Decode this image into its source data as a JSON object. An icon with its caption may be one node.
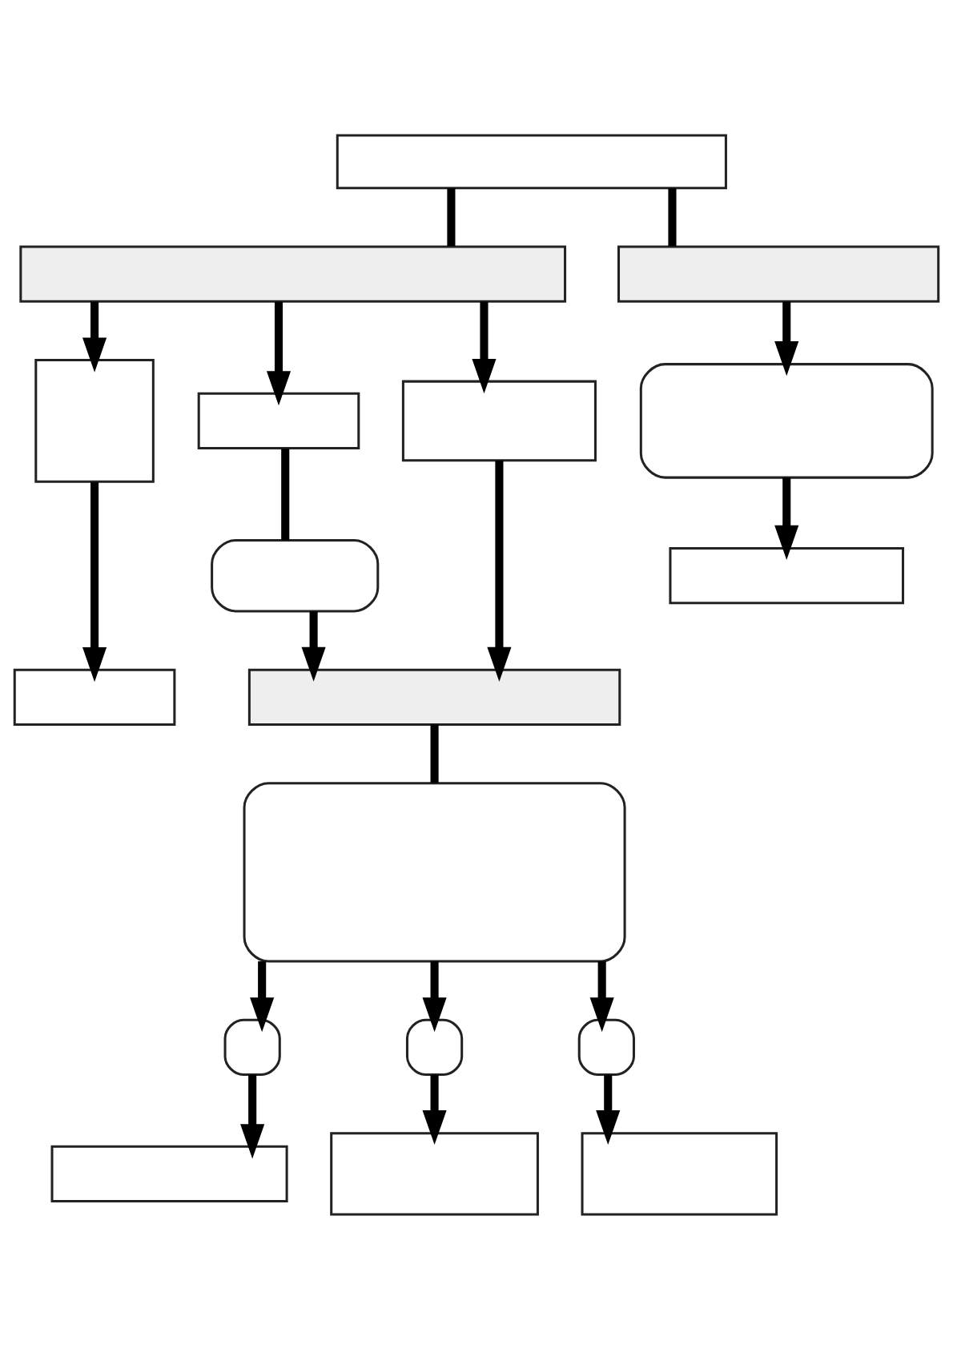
{
  "diagram": {
    "nodes": [
      {
        "text": [],
        "shape": "box"
      },
      {
        "text": [],
        "shape": "box"
      },
      {
        "text": [],
        "shape": "box"
      },
      {
        "text": [],
        "shape": "box"
      },
      {
        "text": [],
        "shape": "box"
      },
      {
        "text": [],
        "shape": "box"
      },
      {
        "text": [],
        "shape": "box"
      },
      {
        "text": [],
        "shape": "box"
      },
      {
        "text": [],
        "shape": "box"
      },
      {
        "text": [],
        "shape": "box"
      },
      {
        "text": [],
        "shape": "box"
      },
      {
        "text": [],
        "shape": "box"
      },
      {
        "text": [],
        "shape": "box"
      },
      {
        "text": [],
        "shape": "box"
      },
      {
        "text": [],
        "shape": "box"
      },
      {
        "text": [],
        "shape": "box"
      },
      {
        "text": [],
        "shape": "box"
      },
      {
        "text": [],
        "shape": "box"
      }
    ],
    "edges": [
      {
        "from": 0,
        "to": 1,
        "arrow": "none"
      },
      {
        "from": 0,
        "to": 2,
        "arrow": "none"
      },
      {
        "from": 1,
        "to": 3,
        "arrow": "to"
      },
      {
        "from": 1,
        "to": 4,
        "arrow": "to"
      },
      {
        "from": 1,
        "to": 5,
        "arrow": "to"
      },
      {
        "from": 2,
        "to": 6,
        "arrow": "to"
      },
      {
        "from": 4,
        "to": 7,
        "arrow": "none"
      },
      {
        "from": 3,
        "to": 8,
        "arrow": "to"
      },
      {
        "from": 7,
        "to": 9,
        "arrow": "to"
      },
      {
        "from": 5,
        "to": 9,
        "arrow": "to"
      },
      {
        "from": 6,
        "to": 10,
        "arrow": "to"
      },
      {
        "from": 9,
        "to": 11,
        "arrow": "none"
      },
      {
        "from": 11,
        "to": 12,
        "arrow": "to"
      },
      {
        "from": 11,
        "to": 13,
        "arrow": "to"
      },
      {
        "from": 11,
        "to": 14,
        "arrow": "to"
      },
      {
        "from": 12,
        "to": 15,
        "arrow": "to"
      },
      {
        "from": 13,
        "to": 16,
        "arrow": "to"
      },
      {
        "from": 14,
        "to": 17,
        "arrow": "to"
      }
    ]
  }
}
